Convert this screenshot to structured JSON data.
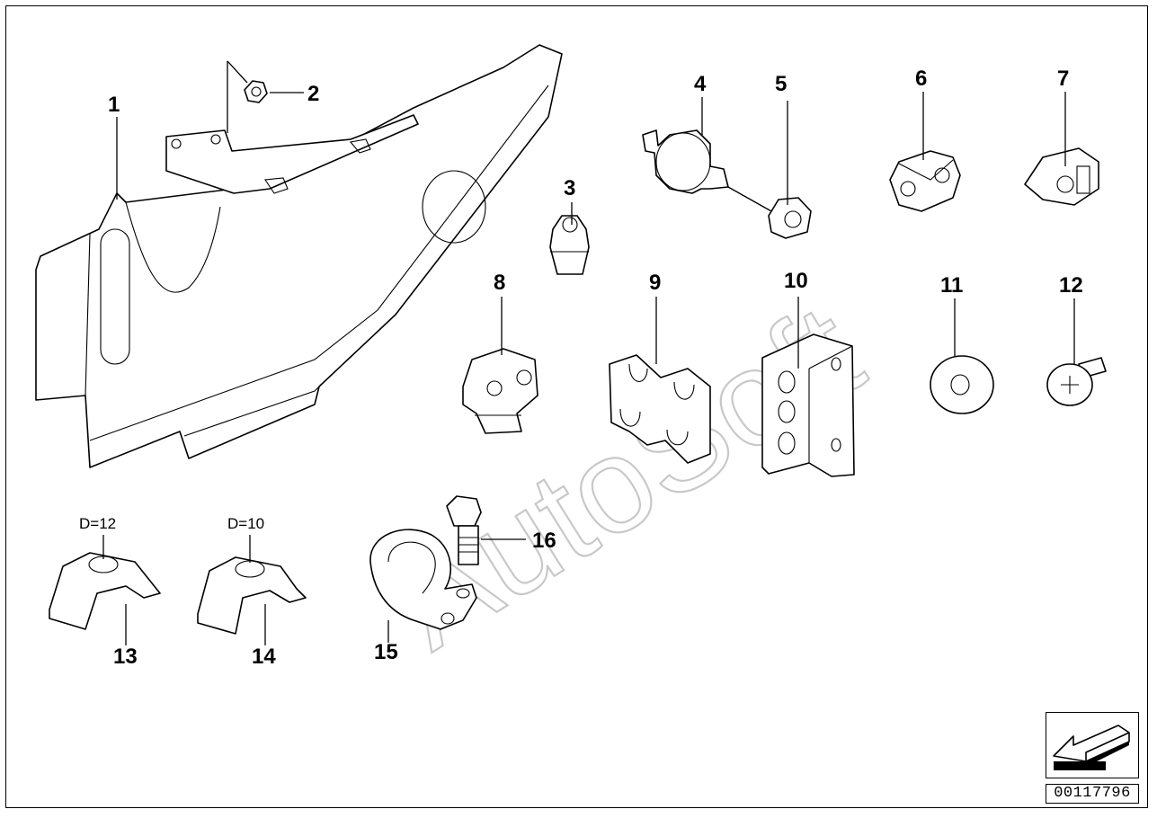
{
  "diagram": {
    "document_number": "00117796",
    "watermark": "AutoSoft",
    "callouts": [
      "1",
      "2",
      "3",
      "4",
      "5",
      "6",
      "7",
      "8",
      "9",
      "10",
      "11",
      "12",
      "13",
      "14",
      "15",
      "16"
    ],
    "dimensions": {
      "part13": "D=12",
      "part14": "D=10"
    }
  },
  "icons": {
    "nav": "arrow-back-icon"
  }
}
